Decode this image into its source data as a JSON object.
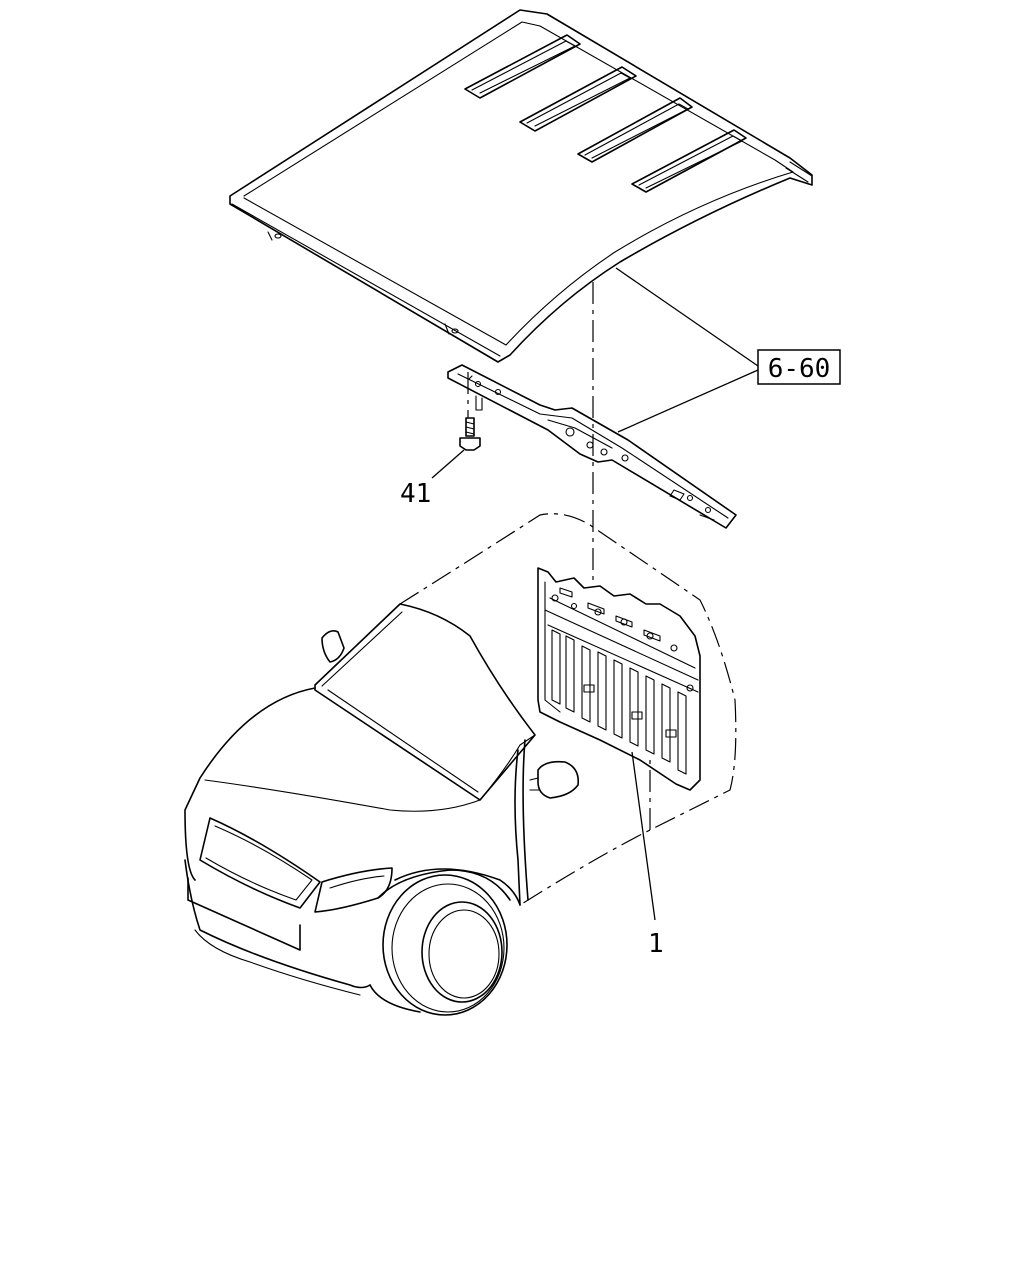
{
  "callouts": {
    "ref_box": "6-60",
    "bolt": "41",
    "back_panel": "1"
  },
  "colors": {
    "line": "#000000",
    "background": "#ffffff"
  }
}
